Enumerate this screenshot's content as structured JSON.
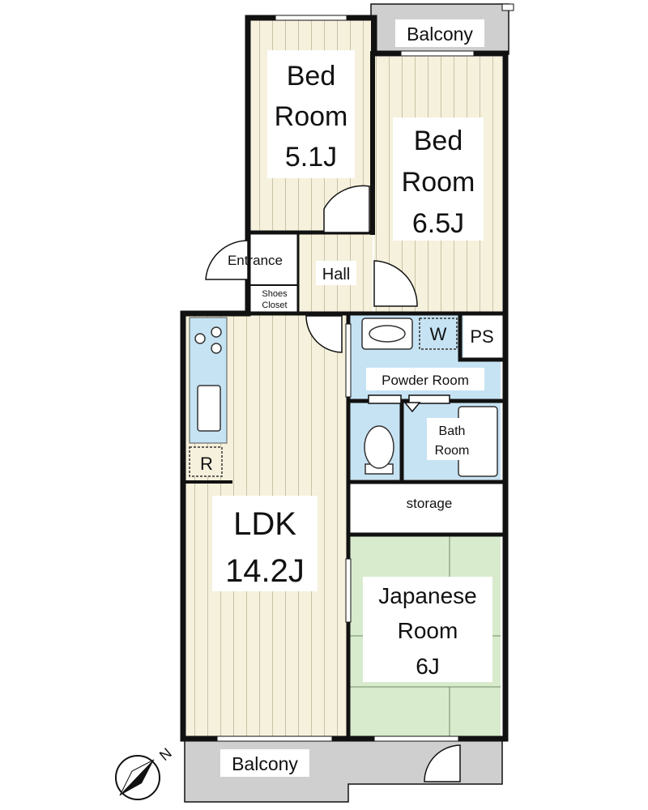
{
  "rooms": {
    "bed1": {
      "name_line1": "Bed",
      "name_line2": "Room",
      "size": "5.1J"
    },
    "bed2": {
      "name_line1": "Bed",
      "name_line2": "Room",
      "size": "6.5J"
    },
    "ldk": {
      "name": "LDK",
      "size": "14.2J"
    },
    "japanese": {
      "name_line1": "Japanese",
      "name_line2": "Room",
      "size": "6J"
    },
    "bath": {
      "name_line1": "Bath",
      "name_line2": "Room"
    },
    "powder": {
      "name": "Powder Room"
    },
    "storage": {
      "name": "storage"
    },
    "hall": {
      "name": "Hall"
    },
    "entrance": {
      "name": "Entrance"
    },
    "shoes_closet": {
      "line1": "Shoes",
      "line2": "Closet"
    },
    "ps": {
      "name": "PS"
    },
    "washer": {
      "name": "W"
    },
    "fridge": {
      "name": "R"
    }
  },
  "balconies": {
    "top": "Balcony",
    "bottom": "Balcony"
  },
  "compass": {
    "label": "N"
  },
  "colors": {
    "wood_floor": "#f6f1dc",
    "wood_line": "#c8c2a6",
    "wet_area": "#c6e3f3",
    "tatami": "#d8ebcd",
    "balcony": "#cfcfcf",
    "wall": "#111111"
  }
}
